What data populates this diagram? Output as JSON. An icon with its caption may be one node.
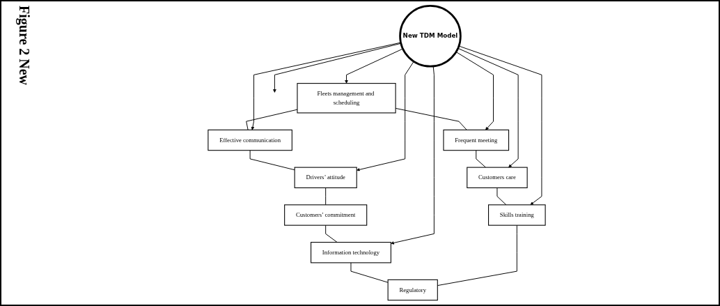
{
  "diagram": {
    "caption": "Figure 2 New",
    "nodes": [
      {
        "text": [
          "Fleets management and scheduling"
        ]
      },
      {
        "text": [
          "Frequent meeting"
        ]
      },
      {
        "text": [
          "Effective communication"
        ]
      },
      {
        "text": [
          "New TDM Model"
        ]
      },
      {
        "text": [
          "Customers care"
        ]
      },
      {
        "text": [
          "Drivers’ attitude"
        ]
      },
      {
        "text": [
          "Skills training"
        ]
      },
      {
        "text": [
          "Customers’ commitment"
        ]
      },
      {
        "text": [
          "Information technology"
        ]
      },
      {
        "text": [
          "Regulatory"
        ]
      }
    ],
    "edges": [
      {
        "from": 0,
        "to": 1,
        "arrow": "none"
      },
      {
        "from": 0,
        "to": 2,
        "arrow": "none"
      },
      {
        "from": 2,
        "to": 5,
        "arrow": "none"
      },
      {
        "from": 5,
        "to": 7,
        "arrow": "none"
      },
      {
        "from": 7,
        "to": 8,
        "arrow": "none"
      },
      {
        "from": 8,
        "to": 9,
        "arrow": "none"
      },
      {
        "from": 1,
        "to": 4,
        "arrow": "none"
      },
      {
        "from": 4,
        "to": 6,
        "arrow": "none"
      },
      {
        "from": 6,
        "to": 9,
        "arrow": "none"
      },
      {
        "from": 3,
        "to": 0,
        "arrow": "to"
      },
      {
        "from": 3,
        "to": null,
        "arrow": "to"
      },
      {
        "from": 3,
        "to": 1,
        "arrow": "to"
      },
      {
        "from": 3,
        "to": 2,
        "arrow": "to"
      },
      {
        "from": 3,
        "to": 4,
        "arrow": "to"
      },
      {
        "from": 3,
        "to": 5,
        "arrow": "to"
      },
      {
        "from": 3,
        "to": 6,
        "arrow": "to"
      },
      {
        "from": 3,
        "to": 8,
        "arrow": "to"
      }
    ]
  }
}
